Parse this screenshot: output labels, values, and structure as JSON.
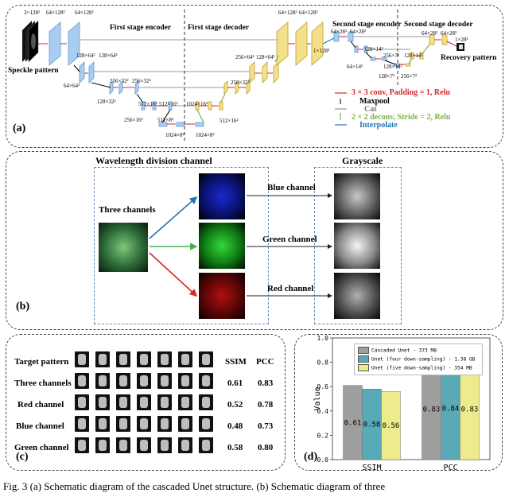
{
  "panel_a": {
    "label": "(a)",
    "first_encoder": "First stage encoder",
    "first_decoder": "First stage decoder",
    "second_encoder": "Second stage encoder",
    "second_decoder": "Second stage decoder",
    "speckle": "Speckle pattern",
    "recovery": "Recovery pattern",
    "sizes": [
      "3×128²",
      "64×128²",
      "64×128²",
      "128×64²",
      "128×64²",
      "64×64²",
      "128×32²",
      "256×32²",
      "256×32²",
      "256×16²",
      "512×16²",
      "512×16²",
      "1024×16²",
      "1024×8²",
      "1024×8²",
      "512×8²",
      "512×16²",
      "256×32²",
      "256×64²",
      "128×64²",
      "64×128²",
      "64×128²",
      "1×128²",
      "64×28²",
      "64×28²",
      "64×14²",
      "128×14²",
      "128×14²",
      "128×7²",
      "256×7²",
      "256×7²",
      "128×14²",
      "64×28²",
      "64×28²",
      "1×28²"
    ],
    "legend": {
      "conv": "3 × 3 conv, Padding = 1, Relu",
      "maxpool": "Maxpool",
      "cat": "Cat",
      "deconv": "2 × 2 deconv, Stride = 2, Relu",
      "interp": "Interpolate"
    },
    "colors": {
      "conv": "#d62728",
      "deconv": "#7cb342",
      "interp": "#1f77b4",
      "encoder": "#a9cdf0",
      "decoder": "#f3e08a"
    }
  },
  "panel_b": {
    "label": "(b)",
    "wdc": "Wavelength division channel",
    "grayscale": "Grayscale",
    "three": "Three channels",
    "blue": "Blue channel",
    "green": "Green channel",
    "red": "Red channel"
  },
  "panel_c": {
    "label": "(c)",
    "col_ssim": "SSIM",
    "col_pcc": "PCC",
    "rows": [
      {
        "name": "Target pattern",
        "ssim": "",
        "pcc": ""
      },
      {
        "name": "Three channels",
        "ssim": "0.61",
        "pcc": "0.83"
      },
      {
        "name": "Red channel",
        "ssim": "0.52",
        "pcc": "0.78"
      },
      {
        "name": "Blue channel",
        "ssim": "0.48",
        "pcc": "0.73"
      },
      {
        "name": "Green channel",
        "ssim": "0.58",
        "pcc": "0.80"
      }
    ]
  },
  "panel_d": {
    "label": "(d)",
    "chart_data": {
      "type": "bar",
      "categories": [
        "SSIM",
        "PCC"
      ],
      "series": [
        {
          "name": "Cascaded Unet - 373 MB",
          "values": [
            0.61,
            0.83
          ],
          "color": "#9e9e9e"
        },
        {
          "name": "Unet (four down-sampling) - 1.38 GB",
          "values": [
            0.58,
            0.84
          ],
          "color": "#5aa9b6"
        },
        {
          "name": "Unet (five down-sampling) - 354 MB",
          "values": [
            0.56,
            0.83
          ],
          "color": "#ecec8c"
        }
      ],
      "ylabel": "Value",
      "ylim": [
        0,
        1.0
      ],
      "yticks": [
        "0.0",
        "0.2",
        "0.4",
        "0.6",
        "0.8",
        "1.0"
      ],
      "data_labels": [
        [
          "0.61",
          "0.83"
        ],
        [
          "0.58",
          "0.84"
        ],
        [
          "0.56",
          "0.83"
        ]
      ]
    }
  },
  "caption": "Fig. 3 (a) Schematic diagram of the cascaded Unet structure. (b) Schematic diagram of three"
}
